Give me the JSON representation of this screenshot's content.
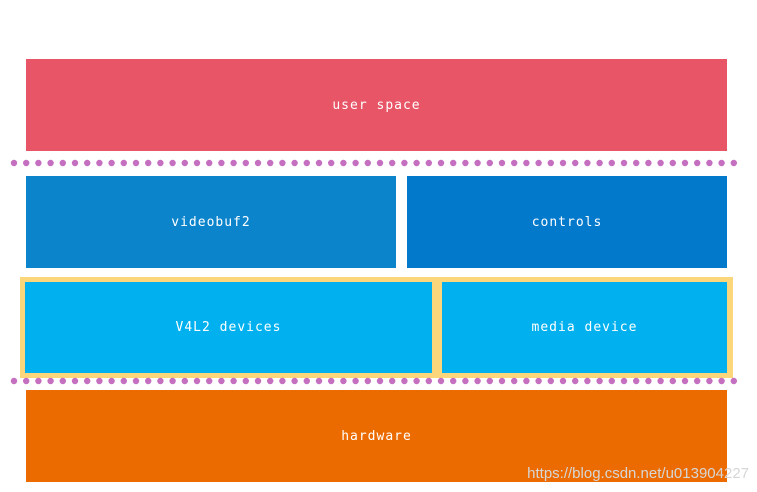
{
  "layers": {
    "user_space": "user space",
    "videobuf2": "videobuf2",
    "controls": "controls",
    "v4l2_devices": "V4L2 devices",
    "media_device": "media device",
    "hardware": "hardware"
  },
  "colors": {
    "user_space": "#e75566",
    "videobuf2": "#0b84cc",
    "controls": "#0379cc",
    "v4l2_devices": "#00b0ef",
    "media_device": "#00b0ef",
    "hardware": "#ec6b00",
    "highlight_border": "#fbd67a",
    "separator_dots": "#c56fc0"
  },
  "watermark": "https://blog.csdn.net/u013904227"
}
